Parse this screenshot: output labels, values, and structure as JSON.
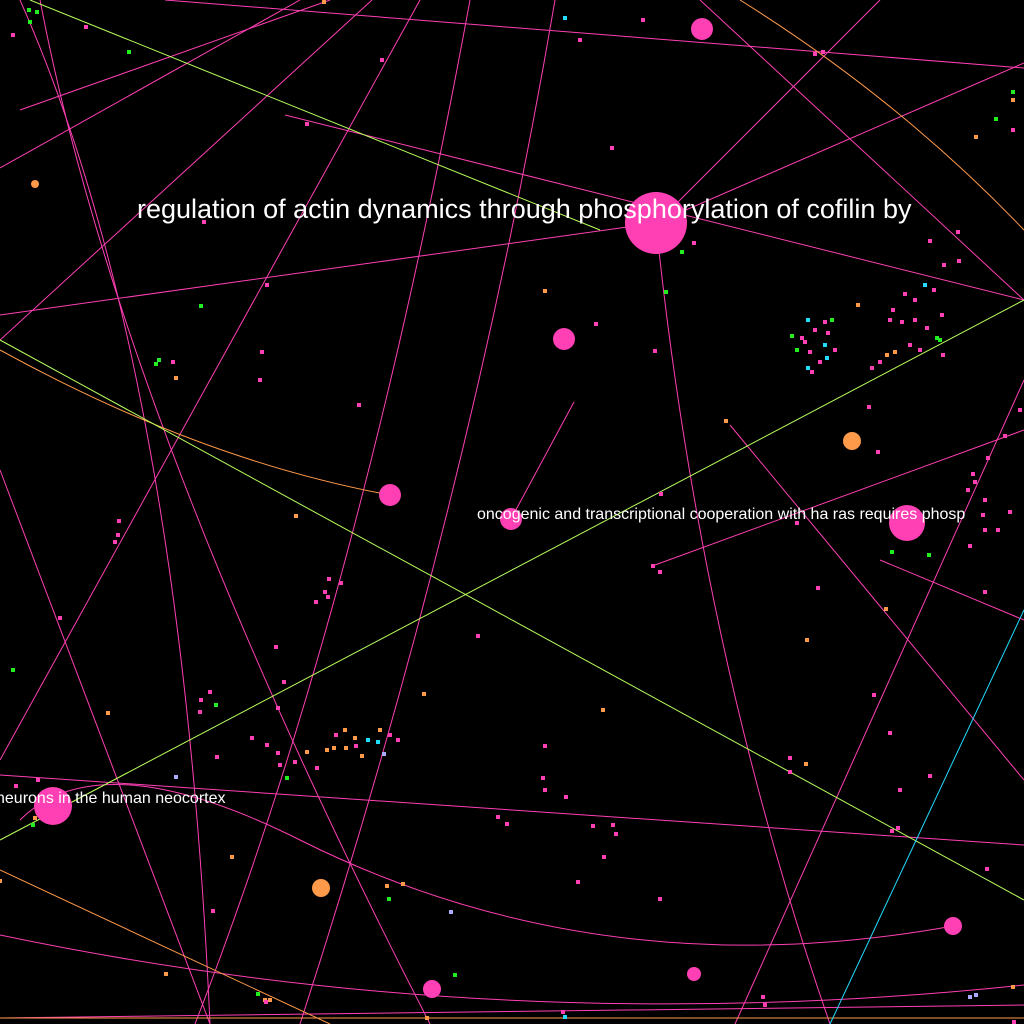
{
  "canvas": {
    "background": "#000000"
  },
  "palette": {
    "pink": "#ff3fb4",
    "orange": "#ff9a4a",
    "green": "#22ee22",
    "cyan": "#22ddff",
    "lavender": "#aaaaff",
    "lime": "#b8ff5c"
  },
  "labels": {
    "cofilin": "regulation of actin dynamics through phosphorylation of cofilin by",
    "oncogenic": "oncogenic and transcriptional cooperation with ha ras requires phosp",
    "neocortex": "neurons in the human neocortex"
  }
}
